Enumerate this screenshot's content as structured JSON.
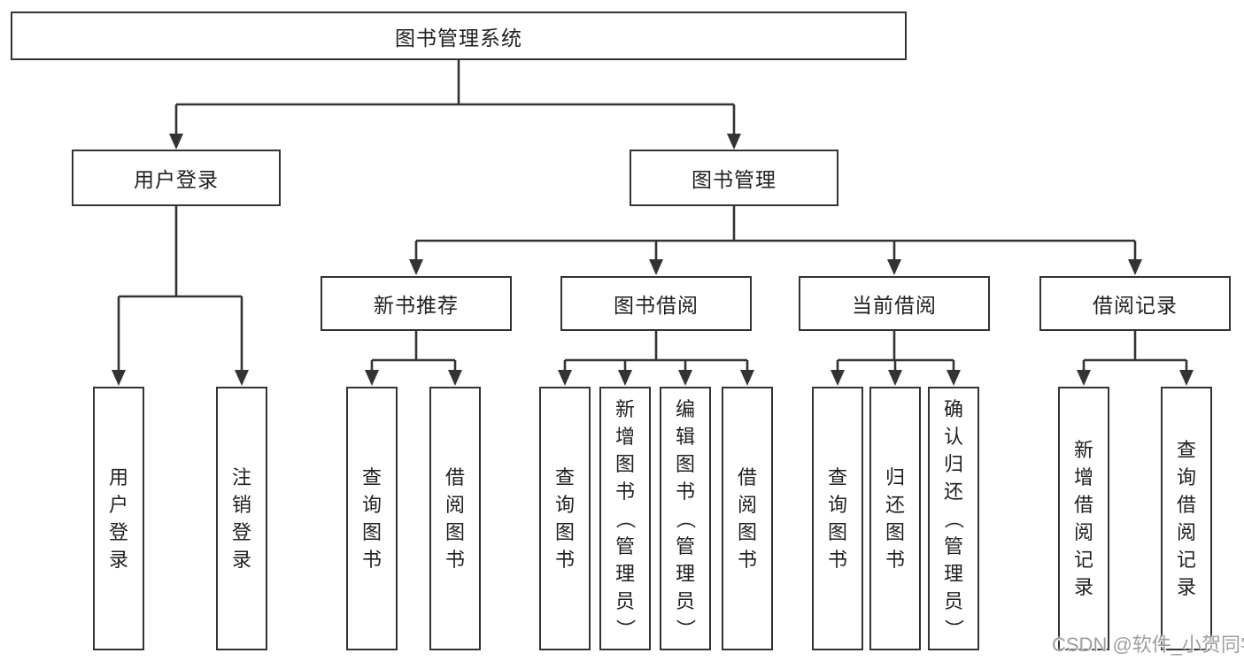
{
  "diagram": {
    "root": {
      "label": "图书管理系统"
    },
    "level2": [
      {
        "label": "用户登录"
      },
      {
        "label": "图书管理"
      }
    ],
    "level3": [
      {
        "label": "新书推荐"
      },
      {
        "label": "图书借阅"
      },
      {
        "label": "当前借阅"
      },
      {
        "label": "借阅记录"
      }
    ],
    "leaves": [
      {
        "label": "用户登录"
      },
      {
        "label": "注销登录"
      },
      {
        "label": "查询图书"
      },
      {
        "label": "借阅图书"
      },
      {
        "label": "查询图书"
      },
      {
        "label": "新增图书（管理员）"
      },
      {
        "label": "编辑图书（管理员）"
      },
      {
        "label": "借阅图书"
      },
      {
        "label": "查询图书"
      },
      {
        "label": "归还图书"
      },
      {
        "label": "确认归还（管理员）"
      },
      {
        "label": "新增借阅记录"
      },
      {
        "label": "查询借阅记录"
      }
    ]
  },
  "watermark": "CSDN @软件_小贺同学",
  "colors": {
    "line": "#333333",
    "text": "#1f1f1f",
    "watermark": "#9e9e9e",
    "background": "#ffffff"
  }
}
